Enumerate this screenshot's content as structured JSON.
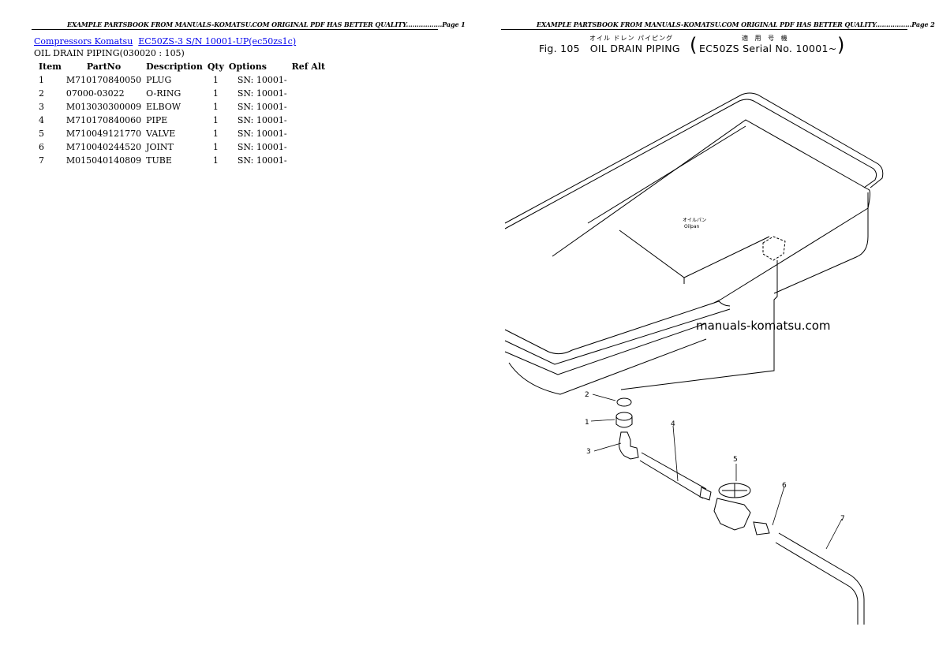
{
  "header_text": "EXAMPLE PARTSBOOK FROM MANUALS-KOMATSU.COM ORIGINAL PDF HAS BETTER QUALITY.................",
  "left_page": {
    "page_label": "Page 1",
    "breadcrumb": {
      "link1": "Compressors Komatsu",
      "link2": "EC50ZS-3 S/N 10001-UP(ec50zs1c)"
    },
    "section_title": "OIL DRAIN PIPING(030020 : 105)",
    "table": {
      "headers": [
        "Item",
        "PartNo",
        "Description",
        "Qty",
        "Options",
        "Ref Alt"
      ],
      "rows": [
        {
          "item": "1",
          "partno": "M710170840050",
          "description": "PLUG",
          "qty": "1",
          "options": "SN: 10001-",
          "refalt": ""
        },
        {
          "item": "2",
          "partno": "07000-03022",
          "description": "O-RING",
          "qty": "1",
          "options": "SN: 10001-",
          "refalt": ""
        },
        {
          "item": "3",
          "partno": "M013030300009",
          "description": "ELBOW",
          "qty": "1",
          "options": "SN: 10001-",
          "refalt": ""
        },
        {
          "item": "4",
          "partno": "M710170840060",
          "description": "PIPE",
          "qty": "1",
          "options": "SN: 10001-",
          "refalt": ""
        },
        {
          "item": "5",
          "partno": "M710049121770",
          "description": "VALVE",
          "qty": "1",
          "options": "SN: 10001-",
          "refalt": ""
        },
        {
          "item": "6",
          "partno": "M710040244520",
          "description": "JOINT",
          "qty": "1",
          "options": "SN: 10001-",
          "refalt": ""
        },
        {
          "item": "7",
          "partno": "M015040140809",
          "description": "TUBE",
          "qty": "1",
          "options": "SN: 10001-",
          "refalt": ""
        }
      ]
    }
  },
  "right_page": {
    "page_label": "Page 2",
    "figure": {
      "fig_label": "Fig. 105",
      "title": "OIL DRAIN PIPING",
      "title_jp": "オイル ドレン パイピング",
      "serial": "EC50ZS Serial No. 10001~",
      "serial_jp": "適 用 号 機",
      "oilpan_jp": "オイルパン",
      "oilpan_label": "Oilpan",
      "watermark": "manuals-komatsu.com",
      "callouts": [
        "2",
        "1",
        "3",
        "4",
        "5",
        "6",
        "7"
      ]
    }
  }
}
